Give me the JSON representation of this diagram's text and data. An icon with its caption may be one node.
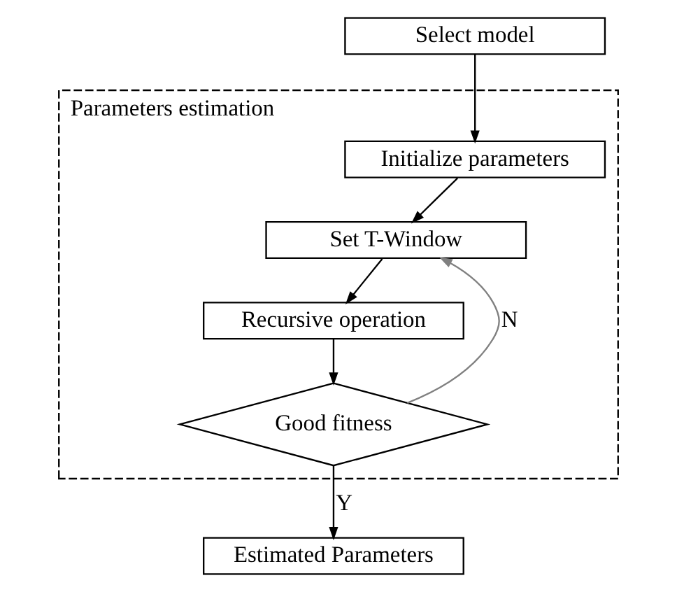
{
  "diagram": {
    "nodes": [
      {
        "text": [
          "Select model"
        ]
      },
      {
        "text": [
          "Parameters estimation"
        ]
      },
      {
        "text": [
          "Initialize parameters"
        ],
        "in": 1
      },
      {
        "text": [
          "Set T-Window"
        ],
        "in": 1
      },
      {
        "text": [
          "Recursive operation"
        ],
        "in": 1
      },
      {
        "text": [
          "Good fitness"
        ],
        "in": 1
      },
      {
        "text": [
          "Estimated Parameters"
        ]
      }
    ],
    "edges": [
      {
        "from": 0,
        "to": 2,
        "arrow": "to"
      },
      {
        "from": 2,
        "to": 3,
        "arrow": "to"
      },
      {
        "from": 3,
        "to": 4,
        "arrow": "to"
      },
      {
        "from": 4,
        "to": 5,
        "arrow": "to"
      },
      {
        "from": 5,
        "to": 3,
        "arrow": "to",
        "label": "N",
        "color": "#808080"
      },
      {
        "from": 5,
        "to": 6,
        "arrow": "to",
        "label": "Y"
      }
    ]
  }
}
